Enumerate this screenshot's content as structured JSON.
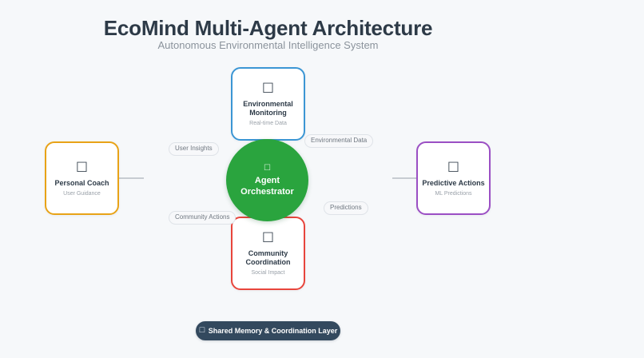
{
  "header": {
    "title": "EcoMind Multi-Agent Architecture",
    "subtitle": "Autonomous Environmental Intelligence System"
  },
  "orchestrator": {
    "icon": "☐",
    "icon_name": "orchestrator-icon",
    "title": "Agent Orchestrator",
    "color": "#2aa43e"
  },
  "nodes": [
    {
      "id": "environmental-monitoring",
      "icon": "☐",
      "icon_name": "sensor-icon",
      "title": "Environmental Monitoring",
      "subtitle": "Real-time Data",
      "color": "#3b96d4"
    },
    {
      "id": "personal-coach",
      "icon": "☐",
      "icon_name": "coach-icon",
      "title": "Personal Coach",
      "subtitle": "User Guidance",
      "color": "#e8a317"
    },
    {
      "id": "predictive-actions",
      "icon": "☐",
      "icon_name": "prediction-icon",
      "title": "Predictive Actions",
      "subtitle": "ML Predictions",
      "color": "#9b4fc4"
    },
    {
      "id": "community-coordination",
      "icon": "☐",
      "icon_name": "community-icon",
      "title": "Community Coordination",
      "subtitle": "Social Impact",
      "color": "#e8453c"
    }
  ],
  "edge_labels": [
    {
      "id": "user-insights",
      "text": "User Insights"
    },
    {
      "id": "environmental-data",
      "text": "Environmental Data"
    },
    {
      "id": "community-actions",
      "text": "Community Actions"
    },
    {
      "id": "predictions",
      "text": "Predictions"
    }
  ],
  "footer": {
    "icon": "☐",
    "icon_name": "memory-icon",
    "label": "Shared Memory & Coordination Layer",
    "color": "#33495e"
  }
}
